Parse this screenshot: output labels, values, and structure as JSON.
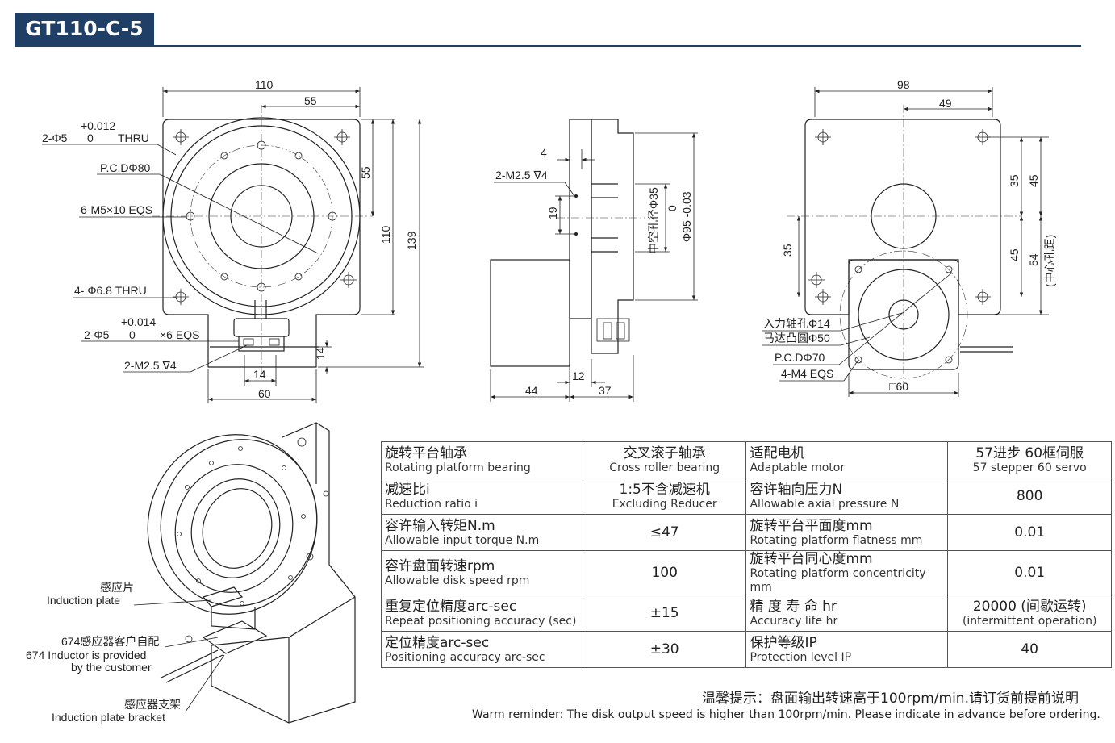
{
  "header": {
    "model": "GT110-C-5"
  },
  "front_view": {
    "dims": {
      "w_total": "110",
      "w_half": "55",
      "h_half": "55",
      "h_mid": "110",
      "h_total": "139",
      "pin_w": "14",
      "bracket_w": "60",
      "bracket_h": "14"
    },
    "callouts": {
      "pin_holes_a": "2-Φ5",
      "tol_a_top": "+0.012",
      "tol_a_bottom": "0",
      "thru": "THRU",
      "pcd": "P.C.DΦ80",
      "tapped": "6-M5×10 EQS",
      "mount_holes": "4- Φ6.8 THRU",
      "pin_holes_b": "2-Φ5",
      "tol_b_top": "+0.014",
      "tol_b_bottom": "0",
      "eqs6": "×6 EQS",
      "screw": "2-M2.5 ∇4"
    }
  },
  "side_view": {
    "dims": {
      "d4": "4",
      "d19": "19",
      "d12": "12",
      "d44": "44",
      "d37": "37"
    },
    "callouts": {
      "screw": "2-M2.5 ∇4",
      "bore": "中空孔径Φ35",
      "tol_zero": "0",
      "outer": "Φ95 -0.03"
    }
  },
  "motor_view": {
    "dims": {
      "w98": "98",
      "w49": "49",
      "v35a": "35",
      "v45a": "45",
      "v35b": "35",
      "v45b": "45",
      "v54": "54",
      "center_note": "(中心孔距)",
      "square": "□60"
    },
    "callouts": {
      "shaft": "入力轴孔Φ14",
      "boss": "马达凸圆Φ50",
      "pcd": "P.C.DΦ70",
      "tapped": "4-M4 EQS"
    }
  },
  "iso_labels": {
    "plate_zh": "感应片",
    "plate_en": "Induction plate",
    "inductor_zh": "674感应器客户自配",
    "inductor_en1": "674 Inductor is provided",
    "inductor_en2": "by the customer",
    "bracket_zh": "感应器支架",
    "bracket_en": "Induction plate bracket"
  },
  "spec_table": {
    "rows": [
      {
        "l1_zh": "旋转平台轴承",
        "l1_en": "Rotating platform bearing",
        "v1_zh": "交叉滚子轴承",
        "v1_en": "Cross roller bearing",
        "l2_zh": "适配电机",
        "l2_en": "Adaptable motor",
        "v2_zh": "57进步 60框伺服",
        "v2_en": "57 stepper 60 servo"
      },
      {
        "l1_zh": "减速比i",
        "l1_en": "Reduction ratio i",
        "v1_zh": "1:5不含减速机",
        "v1_en": "Excluding Reducer",
        "l2_zh": "容许轴向压力N",
        "l2_en": "Allowable axial pressure N",
        "v2": "800"
      },
      {
        "l1_zh": "容许输入转矩N.m",
        "l1_en": "Allowable input torque N.m",
        "v1": "≤47",
        "l2_zh": "旋转平台平面度mm",
        "l2_en": "Rotating platform flatness mm",
        "v2": "0.01"
      },
      {
        "l1_zh": "容许盘面转速rpm",
        "l1_en": "Allowable disk speed rpm",
        "v1": "100",
        "l2_zh": "旋转平台同心度mm",
        "l2_en": "Rotating platform concentricity mm",
        "v2": "0.01"
      },
      {
        "l1_zh": "重复定位精度arc-sec",
        "l1_en": "Repeat positioning accuracy (sec)",
        "v1": "±15",
        "l2_zh": "精 度 寿 命 hr",
        "l2_en": "Accuracy life hr",
        "v2_zh": "20000 (间歇运转)",
        "v2_en": "(intermittent operation)"
      },
      {
        "l1_zh": "定位精度arc-sec",
        "l1_en": " Positioning accuracy arc-sec",
        "v1": "±30",
        "l2_zh": "保护等级IP",
        "l2_en": "Protection level IP",
        "v2": "40"
      }
    ]
  },
  "notes": {
    "zh": "温馨提示：盘面输出转速高于100rpm/min.请订货前提前说明",
    "en": "Warm reminder: The disk output speed is higher than 100rpm/min. Please indicate in advance before ordering."
  }
}
